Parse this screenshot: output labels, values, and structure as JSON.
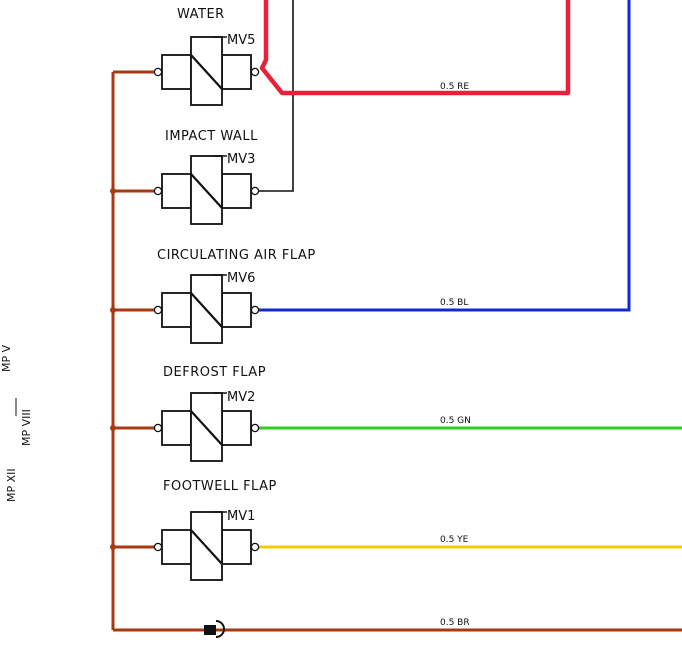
{
  "colors": {
    "brown": "#a83a12",
    "red": "#e8203a",
    "blue": "#1428d2",
    "green": "#2ecf1e",
    "yellow": "#f5cc00",
    "ink": "#111111"
  },
  "valves": [
    {
      "label": "WATER",
      "tag": "MV5"
    },
    {
      "label": "IMPACT WALL",
      "tag": "MV3"
    },
    {
      "label": "CIRCULATING AIR FLAP",
      "tag": "MV6"
    },
    {
      "label": "DEFROST FLAP",
      "tag": "MV2"
    },
    {
      "label": "FOOTWELL FLAP",
      "tag": "MV1"
    }
  ],
  "wires": {
    "red": "0.5 RE",
    "blue": "0.5 BL",
    "green": "0.5 GN",
    "yellow": "0.5 YE",
    "brown": "0.5 BR"
  },
  "side": {
    "mp12": "MP XII",
    "mp8": "MP VIII",
    "mp5": "MP V"
  }
}
